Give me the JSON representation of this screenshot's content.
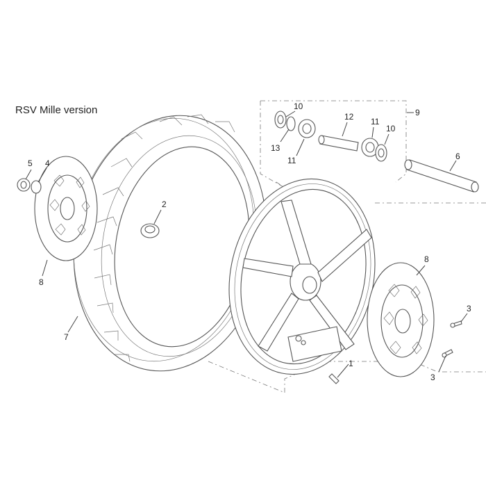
{
  "title": "RSV Mille version",
  "callouts": [
    {
      "id": "c1",
      "label": "1"
    },
    {
      "id": "c2",
      "label": "2"
    },
    {
      "id": "c3a",
      "label": "3"
    },
    {
      "id": "c3b",
      "label": "3"
    },
    {
      "id": "c4",
      "label": "4"
    },
    {
      "id": "c5",
      "label": "5"
    },
    {
      "id": "c6",
      "label": "6"
    },
    {
      "id": "c7",
      "label": "7"
    },
    {
      "id": "c8a",
      "label": "8"
    },
    {
      "id": "c8b",
      "label": "8"
    },
    {
      "id": "c9",
      "label": "9"
    },
    {
      "id": "c10a",
      "label": "10"
    },
    {
      "id": "c10b",
      "label": "10"
    },
    {
      "id": "c11a",
      "label": "11"
    },
    {
      "id": "c11b",
      "label": "11"
    },
    {
      "id": "c12",
      "label": "12"
    },
    {
      "id": "c13",
      "label": "13"
    }
  ]
}
